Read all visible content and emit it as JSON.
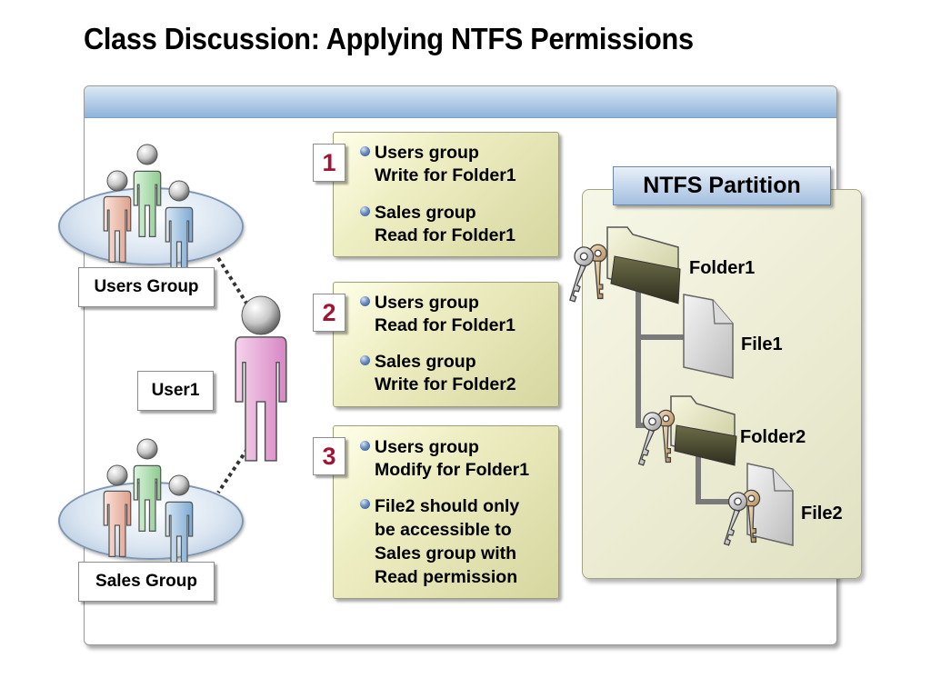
{
  "title": "Class Discussion: Applying NTFS Permissions",
  "groups": {
    "users": "Users Group",
    "user1": "User1",
    "sales": "Sales Group"
  },
  "scenarios": [
    {
      "number": "1",
      "bullets": [
        [
          "Users group",
          "Write for Folder1"
        ],
        [
          "Sales group",
          "Read for Folder1"
        ]
      ]
    },
    {
      "number": "2",
      "bullets": [
        [
          "Users group",
          "Read for Folder1"
        ],
        [
          "Sales group",
          "Write for Folder2"
        ]
      ]
    },
    {
      "number": "3",
      "bullets": [
        [
          "Users group",
          "Modify for Folder1"
        ],
        [
          "File2 should only",
          "be accessible to",
          "Sales group with",
          "Read permission"
        ]
      ]
    }
  ],
  "ntfs": {
    "header": "NTFS Partition",
    "folder1": "Folder1",
    "file1": "File1",
    "folder2": "Folder2",
    "file2": "File2"
  },
  "colors": {
    "number_text": "#a01535",
    "scenario_box": "#e6e6b8",
    "user_pink": "#e8a6d6",
    "user_green": "#b6e2b8",
    "user_peach": "#f0c4b4",
    "user_blue": "#a6c8e6"
  }
}
